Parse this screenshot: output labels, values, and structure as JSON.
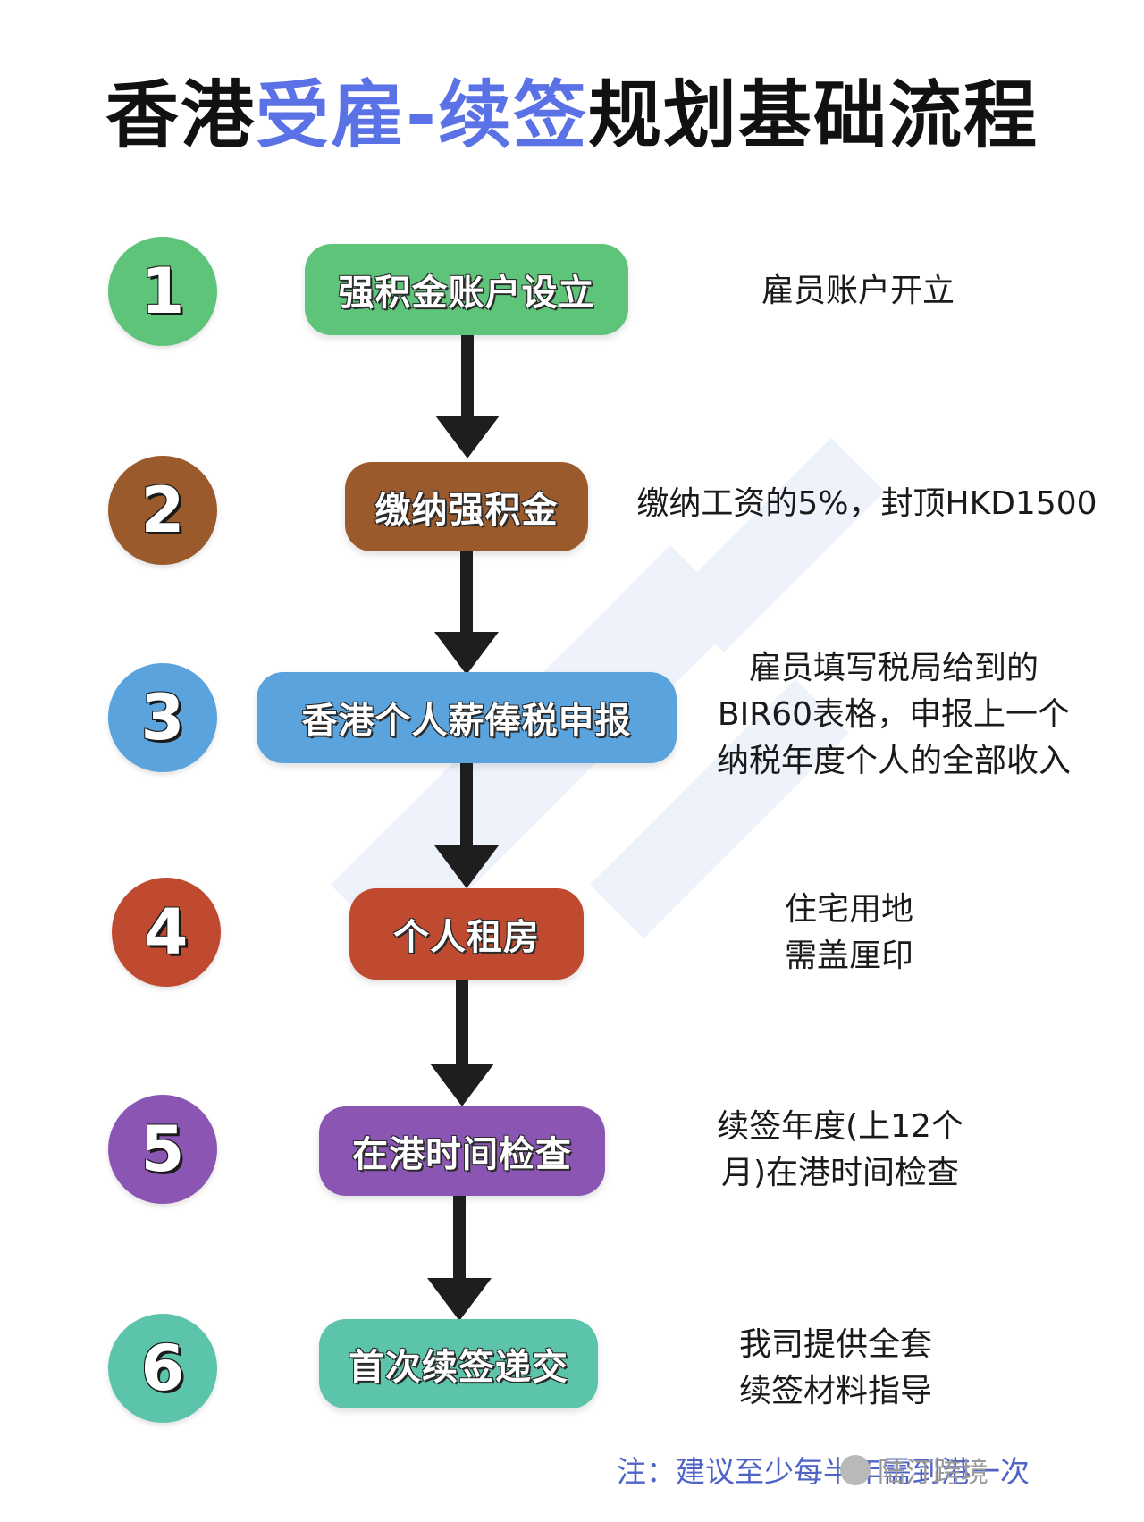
{
  "title": {
    "part1": "香港",
    "highlight": "受雇-续签",
    "part2": "规划基础流程"
  },
  "colors": {
    "highlight": "#5b72e6",
    "step1": "#5ec47a",
    "step2": "#9b5a2c",
    "step3": "#5aa3dd",
    "step4": "#bf4a2f",
    "step5": "#8a55b3",
    "step6": "#5cc4ab",
    "note": "#4f63c7"
  },
  "steps": [
    {
      "number": "1",
      "label": "强积金账户设立",
      "desc": [
        "雇员账户开立"
      ]
    },
    {
      "number": "2",
      "label": "缴纳强积金",
      "desc": [
        "缴纳工资的5%，封顶HKD1500"
      ]
    },
    {
      "number": "3",
      "label": "香港个人薪俸税申报",
      "desc": [
        "雇员填写税局给到的",
        "BIR60表格，申报上一个",
        "纳税年度个人的全部收入"
      ]
    },
    {
      "number": "4",
      "label": "个人租房",
      "desc": [
        "住宅用地",
        "需盖厘印"
      ]
    },
    {
      "number": "5",
      "label": "在港时间检查",
      "desc": [
        "续签年度(上12个",
        "月)在港时间检查"
      ]
    },
    {
      "number": "6",
      "label": "首次续签递交",
      "desc": [
        "我司提供全套",
        "续签材料指导"
      ]
    }
  ],
  "note": "注：建议至少每半年需到港一次",
  "brand": "陆汀跨境"
}
